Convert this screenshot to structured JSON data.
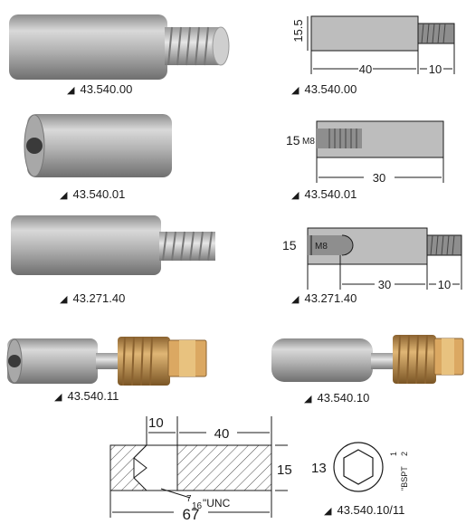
{
  "captions": {
    "p1": "43.540.00",
    "d1": "43.540.00",
    "p2": "43.540.01",
    "d2": "43.540.01",
    "p3": "43.271.40",
    "d3": "43.271.40",
    "p4": "43.540.11",
    "p5": "43.540.10",
    "d4": "43.540.10/11",
    "marker": "◢"
  },
  "dims": {
    "d1": {
      "height": "15.5",
      "body_len": "40",
      "thread_len": "10"
    },
    "d2": {
      "height": "15",
      "thread": "M8",
      "body_len": "30"
    },
    "d3": {
      "height": "15",
      "thread": "M8",
      "body_len": "30",
      "thread_len": "10"
    },
    "d4": {
      "collar": "10",
      "body_len": "40",
      "height": "15",
      "total": "67",
      "hex": "13",
      "unc_frac_num": "7",
      "unc_frac_den": "16",
      "unc_suffix": "\"UNC",
      "bspt_num": "1",
      "bspt_den": "2",
      "bspt_suffix": "\"BSPT"
    }
  },
  "colors": {
    "zinc": "#bdbdbd",
    "brass": "#c99a55",
    "line": "#1a1a1a"
  }
}
